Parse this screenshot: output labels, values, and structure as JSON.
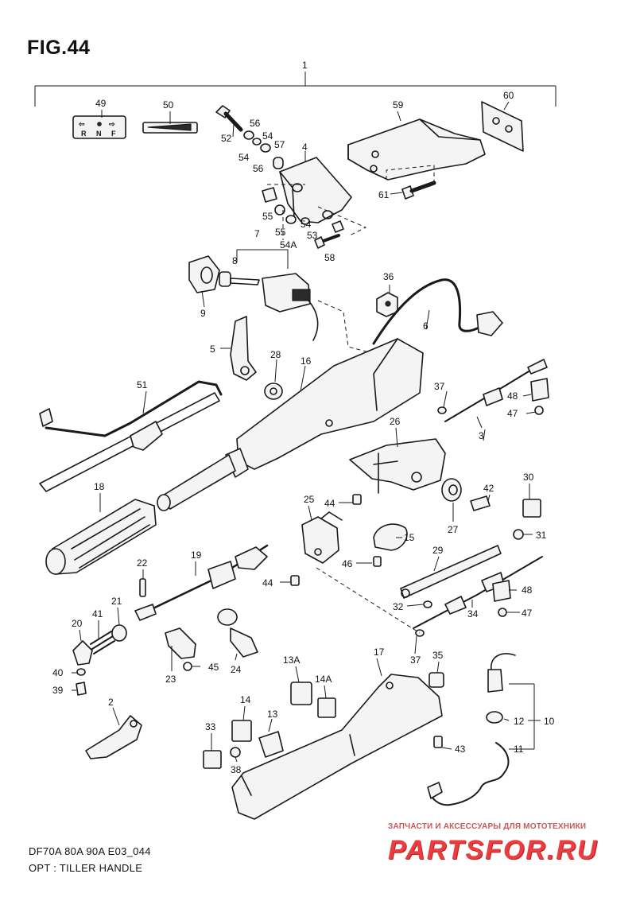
{
  "figure": {
    "title": "FIG.44",
    "model_line": "DF70A 80A 90A E03_044",
    "option_line": "OPT : TILLER HANDLE"
  },
  "watermark": {
    "tagline": "ЗАПЧАСТИ И АКСЕССУАРЫ ДЛЯ МОТОТЕХНИКИ",
    "logo": "PARTSFOR.RU",
    "color": "#ec3c3f"
  },
  "shift_plate": {
    "left_glyph": "⇦",
    "right_glyph": "⇨",
    "letters": [
      "R",
      "N",
      "F"
    ]
  },
  "callouts": {
    "c1": "1",
    "c2": "2",
    "c3": "3",
    "c4": "4",
    "c5": "5",
    "c6": "6",
    "c7": "7",
    "c8": "8",
    "c9": "9",
    "c10": "10",
    "c11": "11",
    "c12": "12",
    "c13": "13",
    "c13a": "13A",
    "c14": "14",
    "c14a": "14A",
    "c15": "15",
    "c16": "16",
    "c17": "17",
    "c18": "18",
    "c19": "19",
    "c20": "20",
    "c21": "21",
    "c22": "22",
    "c23": "23",
    "c24": "24",
    "c25": "25",
    "c26": "26",
    "c27": "27",
    "c28": "28",
    "c29": "29",
    "c30": "30",
    "c31": "31",
    "c32": "32",
    "c33": "33",
    "c34": "34",
    "c35": "35",
    "c36": "36",
    "c37a": "37",
    "c37b": "37",
    "c38": "38",
    "c39": "39",
    "c40": "40",
    "c41": "41",
    "c42": "42",
    "c43": "43",
    "c44a": "44",
    "c44b": "44",
    "c45": "45",
    "c46": "46",
    "c47a": "47",
    "c47b": "47",
    "c48a": "48",
    "c48b": "48",
    "c49": "49",
    "c50": "50",
    "c51": "51",
    "c52": "52",
    "c53": "53",
    "c54a": "54",
    "c54b": "54",
    "c54c": "54",
    "c54d": "54A",
    "c55a": "55",
    "c55b": "55",
    "c56a": "56",
    "c56b": "56",
    "c57": "57",
    "c58": "58",
    "c59": "59",
    "c60": "60",
    "c61": "61"
  }
}
